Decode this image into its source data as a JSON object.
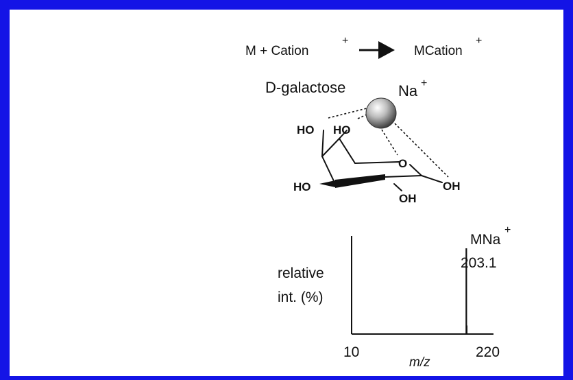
{
  "frame": {
    "border_color": "#1414e6",
    "background": "#ffffff"
  },
  "reaction": {
    "reactant": "M + Cation",
    "reactant_charge": "+",
    "product": "MCation",
    "product_charge": "+"
  },
  "molecule": {
    "name": "D-galactose",
    "cation": "Na",
    "cation_charge": "+",
    "ring_oxygen": "O",
    "hydroxyl_left_top": "HO",
    "hydroxyl_left_top2": "HO",
    "hydroxyl_left_bottom": "HO",
    "hydroxyl_bottom": "OH",
    "hydroxyl_right": "OH"
  },
  "chart_data": {
    "type": "bar",
    "title": "",
    "ylabel": "relative int. (%)",
    "xlabel": "m/z",
    "x_tick_labels": [
      "10",
      "220"
    ],
    "xlim": [
      10,
      220
    ],
    "ylim": [
      0,
      100
    ],
    "peaks": [
      {
        "mz": 203.1,
        "intensity": 100,
        "label": "MNa",
        "label_charge": "+",
        "value_label": "203.1"
      },
      {
        "mz": 204.1,
        "intensity": 10
      }
    ]
  }
}
